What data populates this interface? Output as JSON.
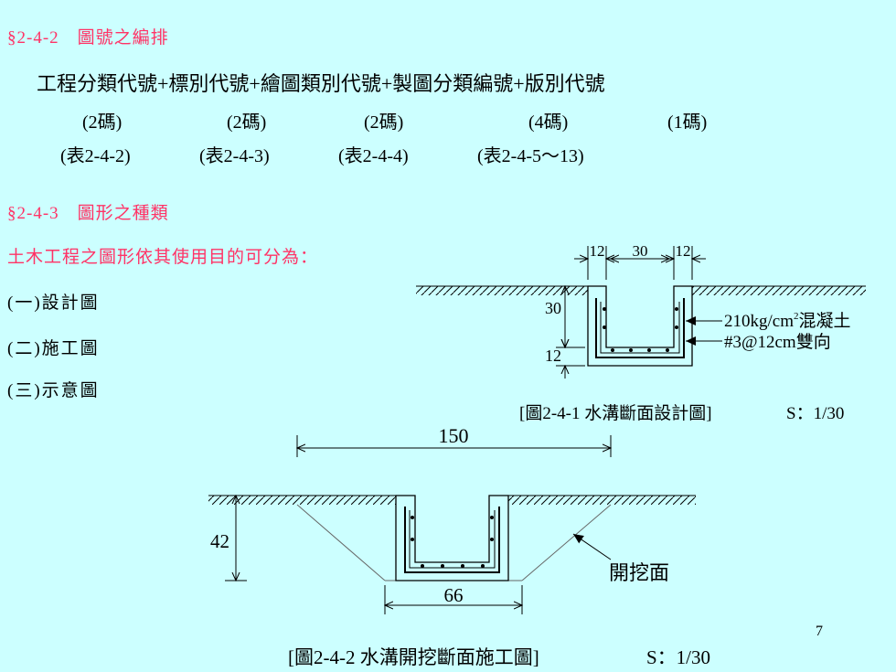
{
  "section1": {
    "title": "§2-4-2　圖號之編排"
  },
  "formula": {
    "line": "工程分類代號+標別代號+繪圖類別代號+製圖分類編號+版別代號",
    "codes": [
      "(2碼)",
      "(2碼)",
      "(2碼)",
      "(4碼)",
      "(1碼)"
    ],
    "tables": [
      "(表2-4-2)",
      "(表2-4-3)",
      "(表2-4-4)",
      "(表2-4-5～13)"
    ]
  },
  "section2": {
    "title": "§2-4-3　圖形之種類"
  },
  "intro": "土木工程之圖形依其使用目的可分為：",
  "list": [
    "(一)設計圖",
    "(二)施工圖",
    "(三)示意圖"
  ],
  "fig1": {
    "dims_top": [
      "12",
      "30",
      "12"
    ],
    "dim_depth": "30",
    "dim_bottom": "12",
    "label_concrete_pre": "210kg/cm",
    "label_concrete_sup": "2",
    "label_concrete_post": "混凝土",
    "label_rebar": "#3@12cm雙向",
    "caption": "[圖2-4-1  水溝斷面設計圖]",
    "scale": "S：1/30"
  },
  "fig2": {
    "dim_top": "150",
    "dim_depth": "42",
    "dim_bottom": "66",
    "label_excavation": "開挖面",
    "caption": "[圖2-4-2  水溝開挖斷面施工圖]",
    "scale": "S：1/30"
  },
  "page_number": "7"
}
